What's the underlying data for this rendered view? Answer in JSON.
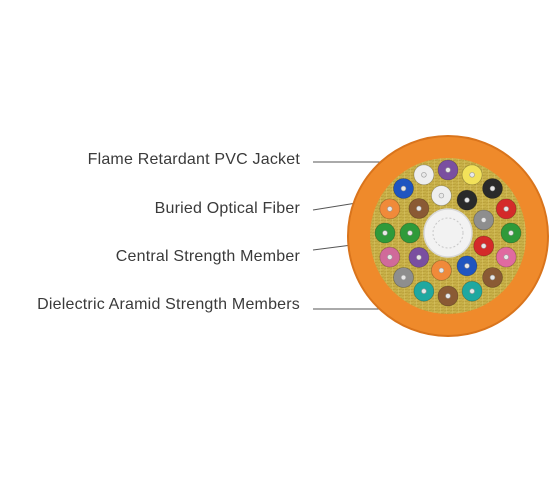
{
  "labels": {
    "jacket": "Flame Retardant PVC Jacket",
    "fiber": "Buried Optical Fiber",
    "central": "Central Strength Member",
    "aramid": "Dielectric Aramid Strength Members"
  },
  "colors": {
    "jacket": "#ef8a2b",
    "jacket_edge": "#d9741c",
    "aramid": "#c9b24a",
    "central": "#f2f2f2",
    "leader": "#555555"
  },
  "fibers": [
    "#d42a2a",
    "#1f55c0",
    "#f08a3a",
    "#7a4fa0",
    "#2f9a3a",
    "#8a5a34",
    "#eeeeee",
    "#2a2a2a",
    "#8e8e8e",
    "#2f9a3a",
    "#e06aa0",
    "#8a5a34",
    "#1fa8a0",
    "#8a5a34",
    "#1fa8a0",
    "#8e8e8e",
    "#d06a9a",
    "#2f9a3a",
    "#f08a3a",
    "#1f55c0",
    "#eeeeee",
    "#7a4fa0",
    "#f2e15a",
    "#2a2a2a",
    "#d42a2a"
  ]
}
